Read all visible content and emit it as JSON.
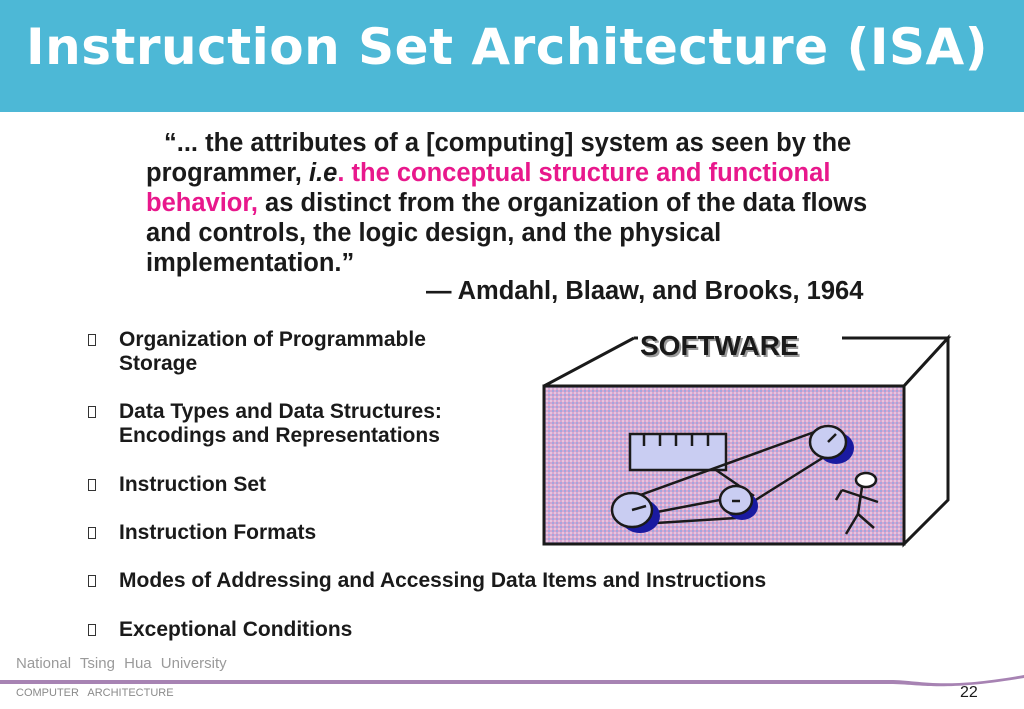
{
  "slide": {
    "title": "Instruction Set Architecture (ISA)",
    "quote": {
      "open": "“... the attributes of a [computing] system as seen by the",
      "p2_a": "programmer, ",
      "p2_ie": "i.e",
      "p2_dot": ".  ",
      "p2_mag": "the conceptual structure and functional",
      "p3_mag": "behavior,",
      "p3_rest": " as distinct from the organization of the data flows",
      "p4": "and controls, the logic design, and the physical",
      "p5": "implementation.”"
    },
    "attribution": "— Amdahl, Blaaw, and Brooks,  1964",
    "bullets": [
      "Organization of Programmable Storage",
      "Data Types and Data Structures: Encodings and Representations",
      "Instruction Set",
      "Instruction Formats",
      "Modes of Addressing and Accessing Data Items and Instructions",
      "Exceptional Conditions"
    ],
    "figure_label": "SOFTWARE",
    "footer": {
      "university": "National Tsing Hua University",
      "course": "COMPUTER ARCHITECTURE",
      "page": "22"
    }
  },
  "colors": {
    "title_bar": "#4db8d6",
    "highlight": "#e8188c",
    "footer_line": "#8a5a9a"
  }
}
